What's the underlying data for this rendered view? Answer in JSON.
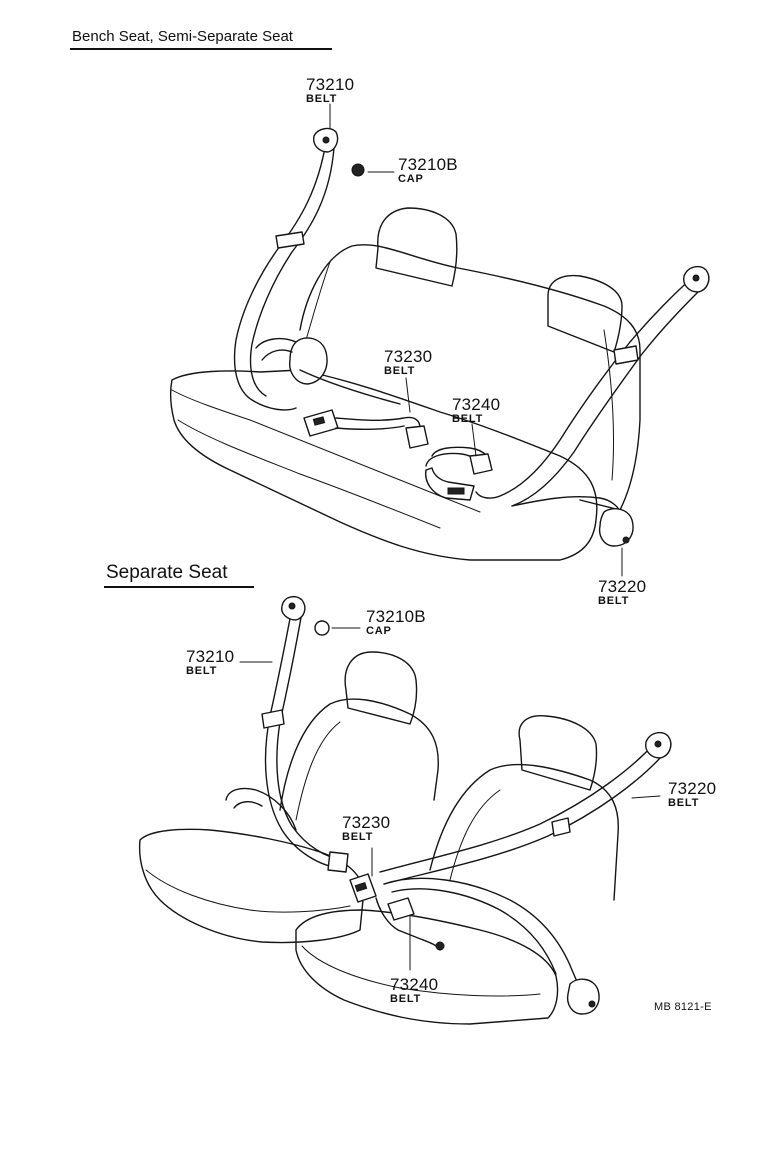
{
  "headings": {
    "bench": "Bench Seat, Semi-Separate Seat",
    "separate": "Separate Seat"
  },
  "bench_callouts": {
    "p73210": {
      "num": "73210",
      "name": "BELT"
    },
    "p73210b": {
      "num": "73210B",
      "name": "CAP"
    },
    "p73230": {
      "num": "73230",
      "name": "BELT"
    },
    "p73240": {
      "num": "73240",
      "name": "BELT"
    },
    "p73220": {
      "num": "73220",
      "name": "BELT"
    }
  },
  "separate_callouts": {
    "p73210b": {
      "num": "73210B",
      "name": "CAP"
    },
    "p73210": {
      "num": "73210",
      "name": "BELT"
    },
    "p73220": {
      "num": "73220",
      "name": "BELT"
    },
    "p73230": {
      "num": "73230",
      "name": "BELT"
    },
    "p73240": {
      "num": "73240",
      "name": "BELT"
    }
  },
  "figure_code": "MB 8121-E"
}
